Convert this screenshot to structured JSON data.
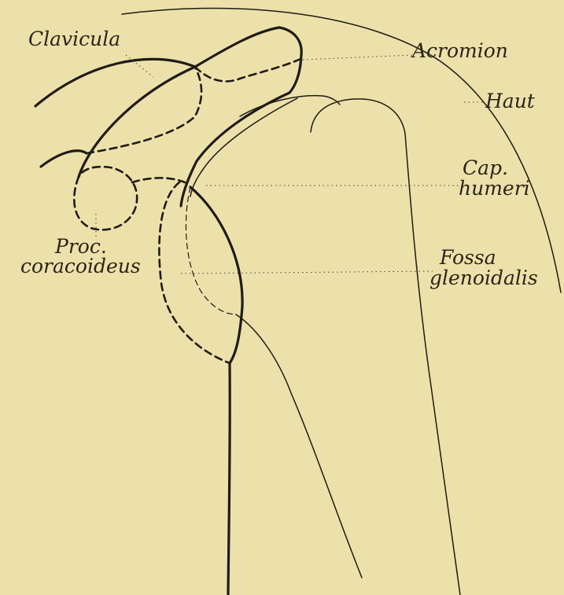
{
  "colors": {
    "paper": "#ede1ab",
    "ink": "#1f1b14"
  },
  "labels": {
    "clavicula": "Clavicula",
    "acromion": "Acromion",
    "haut": "Haut",
    "cap_line1": "Cap.",
    "cap_line2": "humeri",
    "proc_line1": "Proc.",
    "proc_line2": "coracoideus",
    "fossa_line1": "Fossa",
    "fossa_line2": "glenoidalis"
  }
}
